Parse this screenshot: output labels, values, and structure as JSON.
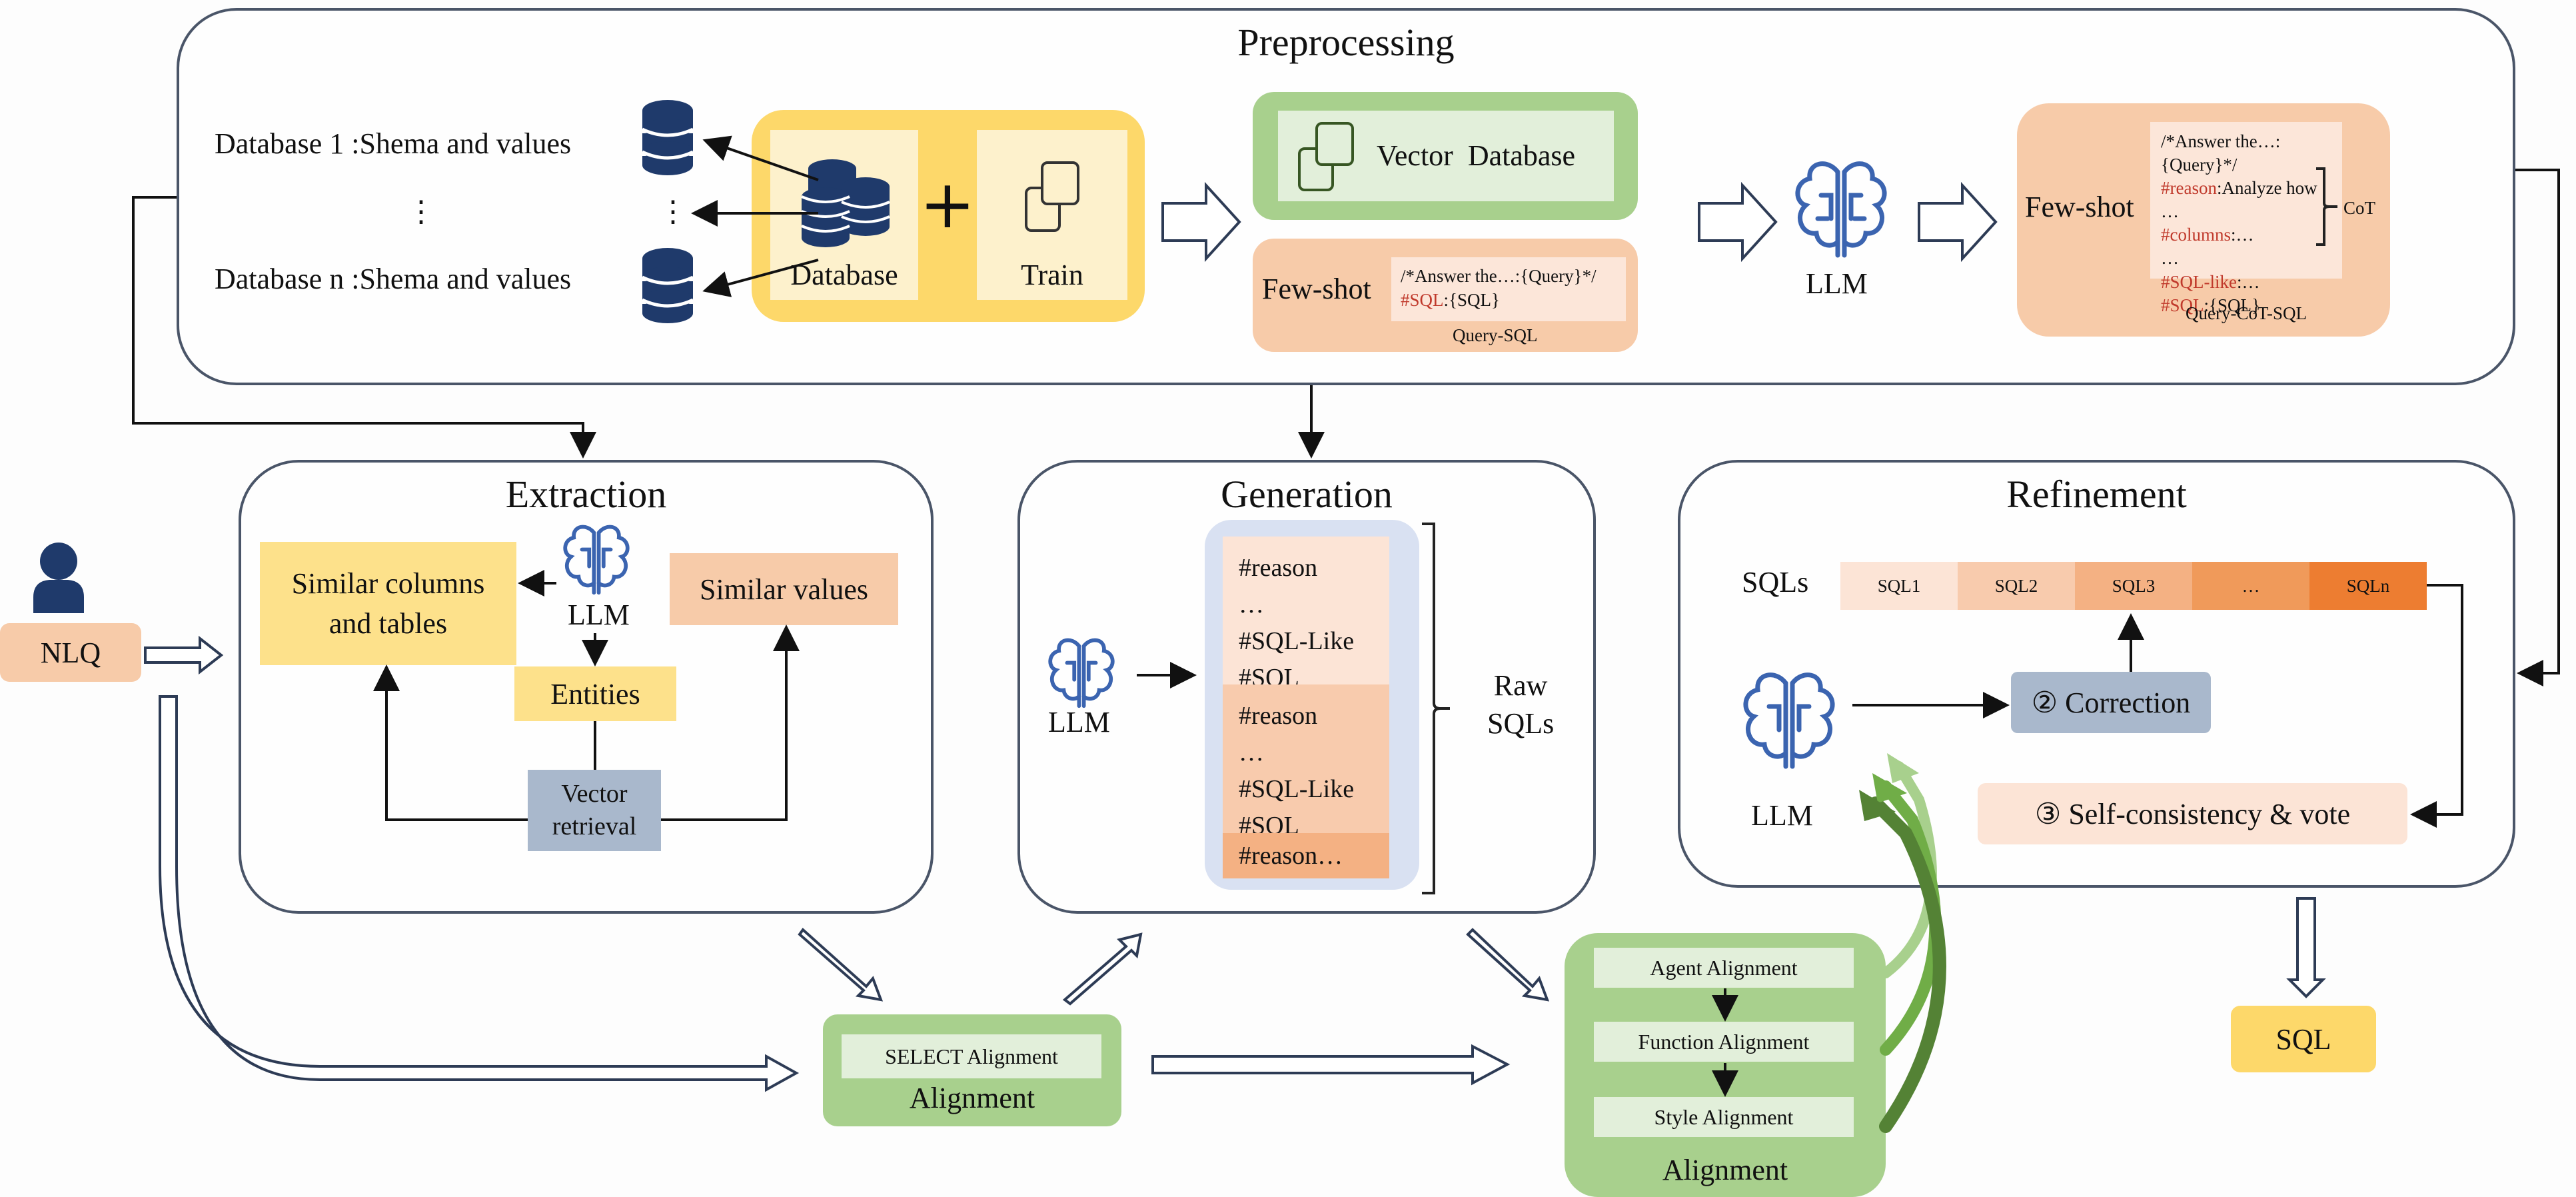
{
  "colors": {
    "navy": "#1f3a6b",
    "yellow_outer": "#fdd86a",
    "yellow_inner": "#fdf1cc",
    "green_outer": "#a8d08d",
    "green_inner": "#e2efda",
    "peach_outer": "#f7cba9",
    "peach_inner": "#fce6d9",
    "slate": "#a9b8cc",
    "lavender": "#d9e1f2",
    "code_red": "#c0392b"
  },
  "preprocessing": {
    "title": "Preprocessing",
    "db_list": {
      "first": "Database 1 :Shema and values",
      "ellipsis": "⋮",
      "last": "Database n :Shema and values"
    },
    "source": {
      "database_label": "Database",
      "plus": "+",
      "train_label": "Train"
    },
    "vector_db": {
      "label": "Vector  Database"
    },
    "few_shot_sql": {
      "label": "Few-shot",
      "line1": "/*Answer the…:{Query}*/",
      "line2_key": "#SQL",
      "line2_rest": ":{SQL}",
      "caption": "Query-SQL"
    },
    "llm_label": "LLM",
    "few_shot_cot": {
      "label": "Few-shot",
      "line1": "/*Answer the…:{Query}*/",
      "reason_key": "#reason",
      "reason_rest": ":Analyze how …",
      "columns_key": "#columns",
      "columns_rest": ":…",
      "dots": "…",
      "sqllike_key": "#SQL-like",
      "sqllike_rest": ":…",
      "sql_key": "#SQL",
      "sql_rest": ":{SQL}",
      "brace_label": "CoT",
      "caption": "Query-CoT-SQL"
    }
  },
  "user": {
    "nlq_label": "NLQ"
  },
  "extraction": {
    "title": "Extraction",
    "similar_columns": "Similar columns\nand tables",
    "similar_columns_l1": "Similar columns",
    "similar_columns_l2": "and tables",
    "llm_label": "LLM",
    "similar_values": "Similar values",
    "entities": "Entities",
    "vector_retrieval_l1": "Vector",
    "vector_retrieval_l2": "retrieval"
  },
  "generation": {
    "title": "Generation",
    "llm_label": "LLM",
    "candidates": [
      {
        "lines": [
          "#reason",
          "…",
          "#SQL-Like",
          "#SQL"
        ]
      },
      {
        "lines": [
          "#reason",
          "…",
          "#SQL-Like",
          "#SQL"
        ]
      },
      {
        "lines": [
          "#reason…"
        ]
      }
    ],
    "brace_label_l1": "Raw",
    "brace_label_l2": "SQLs"
  },
  "refinement": {
    "title": "Refinement",
    "sqls_label": "SQLs",
    "sql_cells": [
      "SQL1",
      "SQL2",
      "SQL3",
      "…",
      "SQLn"
    ],
    "sql_cell_colors": [
      "#fce4d6",
      "#f8cbad",
      "#f4b183",
      "#f09a5a",
      "#ed7d31"
    ],
    "correction": "② Correction",
    "self_consistency": "③ Self-consistency & vote",
    "llm_label": "LLM"
  },
  "select_alignment": {
    "inner": "SELECT Alignment",
    "caption": "Alignment"
  },
  "alignment_stack": {
    "items": [
      "Agent Alignment",
      "Function Alignment",
      "Style Alignment"
    ],
    "caption": "Alignment"
  },
  "output": {
    "label": "SQL"
  }
}
